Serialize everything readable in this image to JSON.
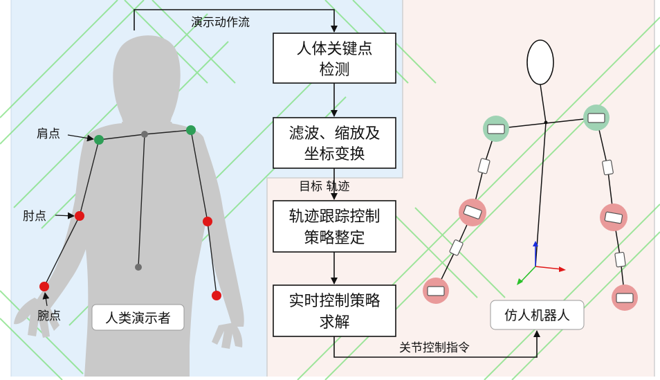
{
  "flow_labels": {
    "demo_flow": "演示动作流",
    "target_trajectory": "目标 轨迹",
    "joint_command": "关节控制指令"
  },
  "boxes": {
    "keypoint_detection": [
      "人体关键点",
      "检测"
    ],
    "filter_transform": [
      "滤波、缩放及",
      "坐标变换"
    ],
    "tracking_control": [
      "轨迹跟踪控制",
      "策略整定"
    ],
    "realtime_solve": [
      "实时控制策略",
      "求解"
    ]
  },
  "human": {
    "shoulder_label": "肩点",
    "elbow_label": "肘点",
    "wrist_label": "腕点",
    "caption": "人类演示者"
  },
  "robot": {
    "caption": "仿人机器人"
  },
  "colors": {
    "left_panel_bg": "#e3f0fb",
    "right_panel_bg": "#fbf1ee",
    "body_gray": "#c9c9c9",
    "joint_green": "#2e9e57",
    "joint_red": "#e01818",
    "joint_gray": "#6f6f6f",
    "robot_green_joint": "#9fd3b4",
    "robot_red_joint": "#e99a9a",
    "watermark": "#7ee07e"
  }
}
